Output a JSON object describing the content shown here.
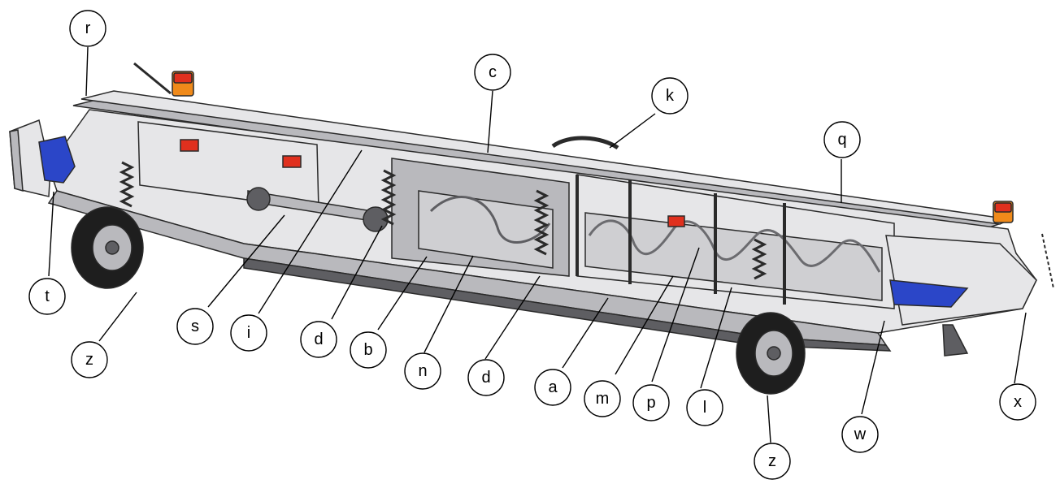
{
  "colors": {
    "frame_light": "#e6e6e8",
    "frame_mid": "#b9b9bd",
    "frame_dark": "#5e5e62",
    "edge": "#2a2a2a",
    "auger": "#cfcfd2",
    "blue_part": "#2b46c8",
    "lamp_red": "#e0301e",
    "lamp_orange": "#f08a1a",
    "tire": "#1e1e1e"
  },
  "callouts": {
    "r": "r",
    "c": "c",
    "k": "k",
    "q": "q",
    "t": "t",
    "z_left": "z",
    "s": "s",
    "i": "i",
    "d_left": "d",
    "b": "b",
    "n": "n",
    "d_right": "d",
    "a": "a",
    "m": "m",
    "p": "p",
    "l": "l",
    "z_right": "z",
    "w": "w",
    "x": "x"
  }
}
